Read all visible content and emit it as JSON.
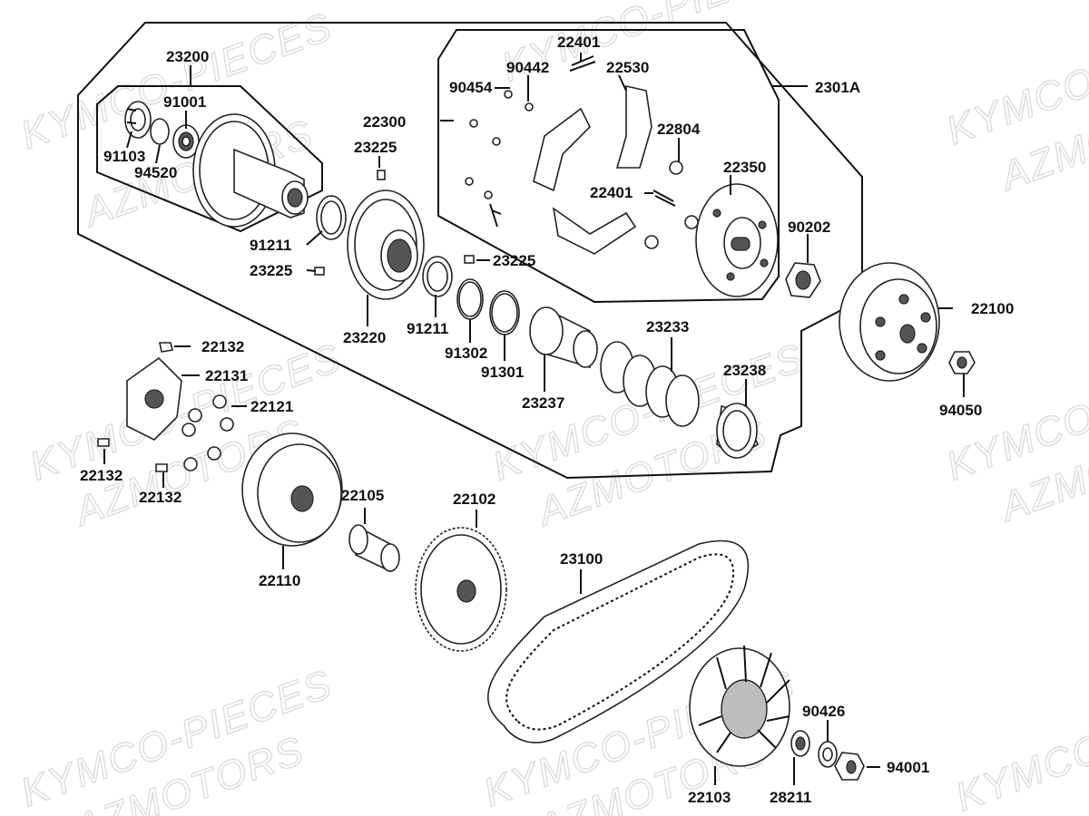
{
  "watermarks": [
    {
      "text": "KYMCO-PIECES"
    },
    {
      "text": "AZMOTORS"
    }
  ],
  "labels": {
    "p23200": "23200",
    "p91001": "91001",
    "p91103": "91103",
    "p94520": "94520",
    "p22300": "22300",
    "p23225a": "23225",
    "p91211a": "91211",
    "p23225b": "23225",
    "p23220": "23220",
    "p23225c": "23225",
    "p91211b": "91211",
    "p91302": "91302",
    "p91301": "91301",
    "p23237": "23237",
    "p23233": "23233",
    "p23238": "23238",
    "p22401a": "22401",
    "p90442": "90442",
    "p22530": "22530",
    "p90454": "90454",
    "p22804": "22804",
    "p22350": "22350",
    "p22401b": "22401",
    "p2301A": "2301A",
    "p90202": "90202",
    "p22100": "22100",
    "p94050": "94050",
    "p22132a": "22132",
    "p22131": "22131",
    "p22121": "22121",
    "p22132b": "22132",
    "p22132c": "22132",
    "p22110": "22110",
    "p22105": "22105",
    "p22102": "22102",
    "p23100": "23100",
    "p90426": "90426",
    "p94001": "94001",
    "p22103": "22103",
    "p28211": "28211"
  }
}
